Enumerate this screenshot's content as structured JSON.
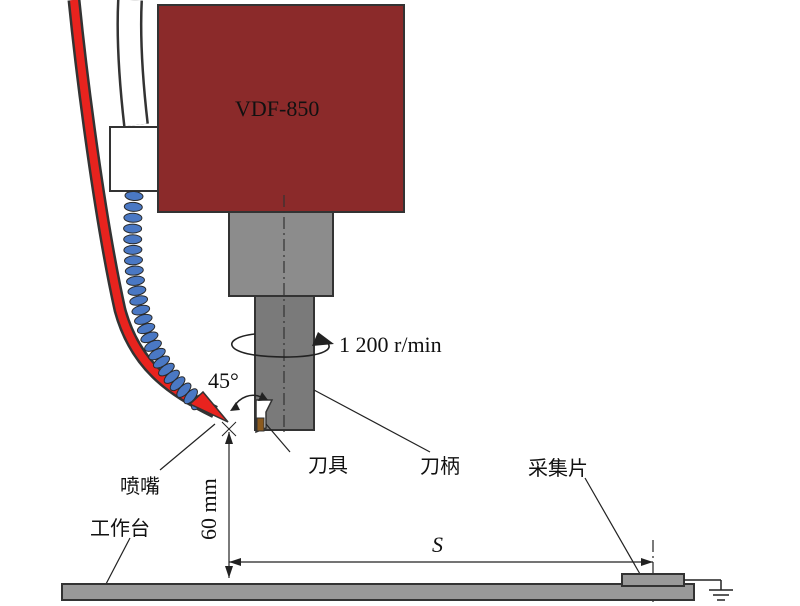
{
  "machine": {
    "model": "VDF-850"
  },
  "labels": {
    "speed": "1 200 r/min",
    "angle": "45°",
    "tool": "刀具",
    "holder": "刀柄",
    "collector": "采集片",
    "nozzle": "喷嘴",
    "workbench": "工作台",
    "height": "60 mm",
    "distance": "S"
  },
  "colors": {
    "spindle_head": "#8B2A2A",
    "red_hose": "#E8231E",
    "blue_hose": "#4A78C4",
    "steel_gray": "#8C8C8C",
    "table_gray": "#999999"
  }
}
